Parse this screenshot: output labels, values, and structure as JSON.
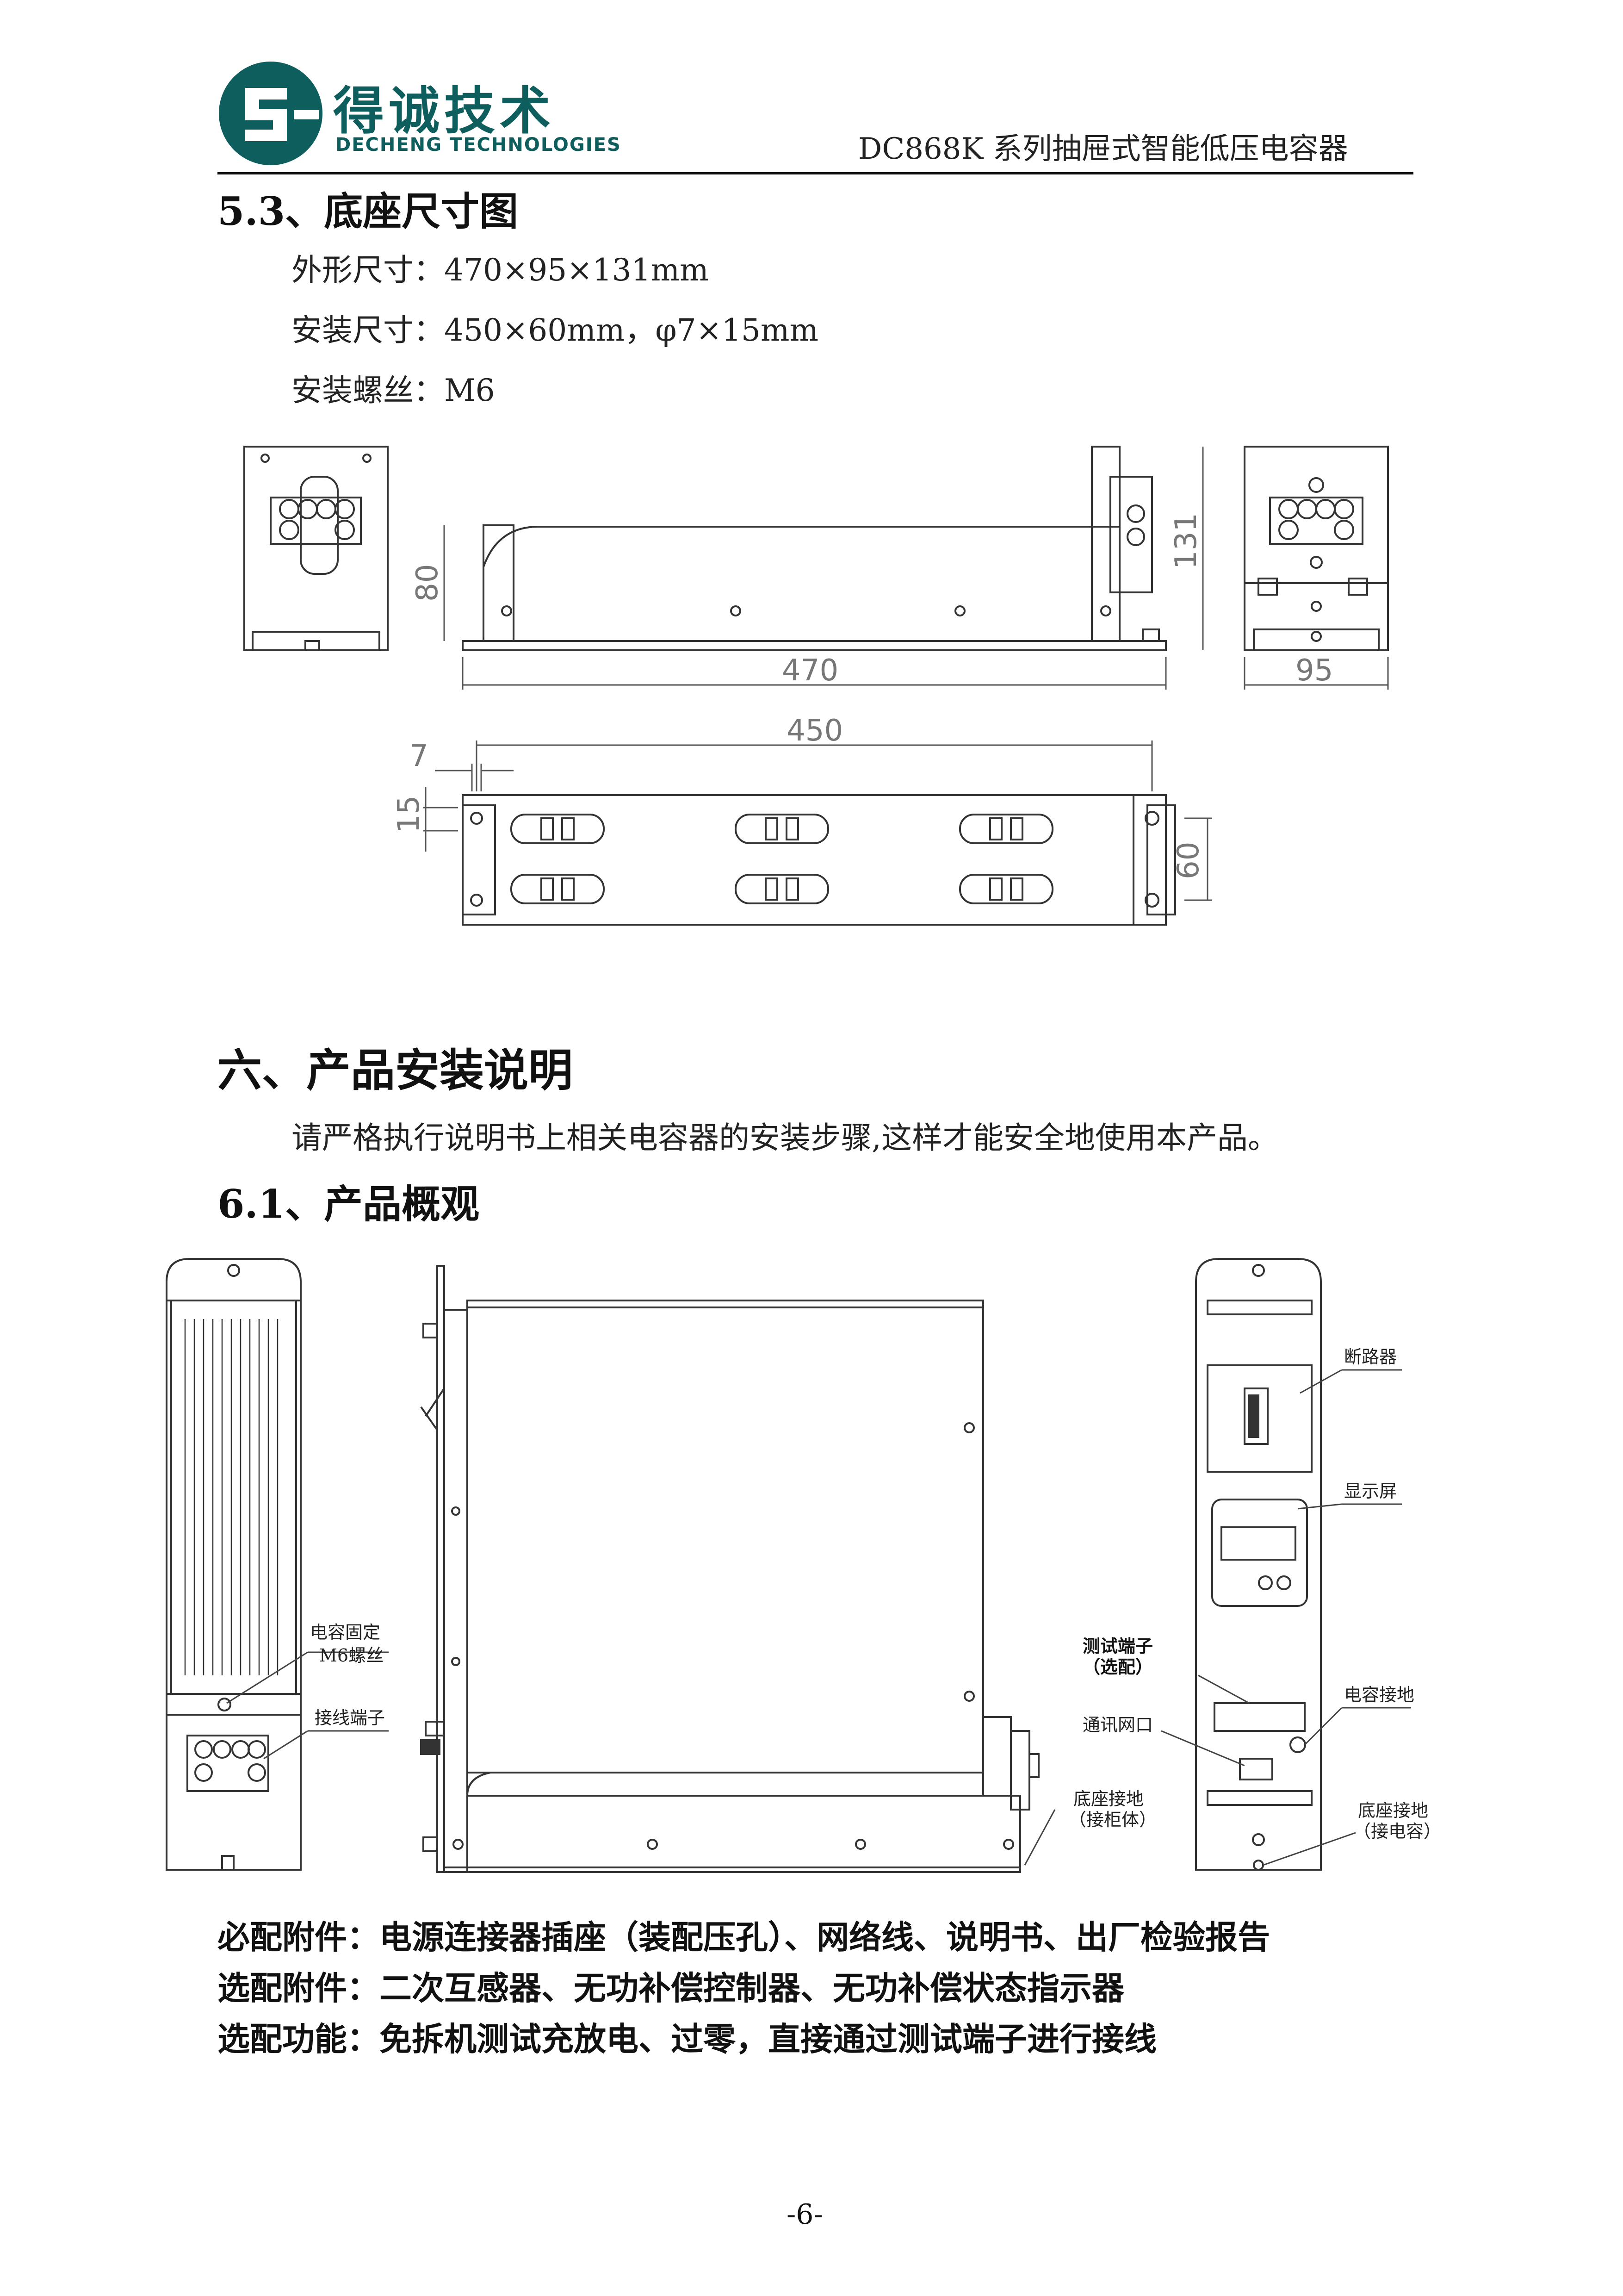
{
  "header": {
    "logo_cn": "得诚技术",
    "logo_en": "DECHENG TECHNOLOGIES",
    "doc_title": "DC868K 系列抽屉式智能低压电容器",
    "logo_colors": {
      "primary": "#0f5e5e"
    }
  },
  "section_5_3": {
    "heading": "5.3、底座尺寸图",
    "specs": [
      "外形尺寸：470×95×131mm",
      "安装尺寸：450×60mm，φ7×15mm",
      "安装螺丝：M6"
    ],
    "dimension_labels": {
      "d80": "80",
      "d470": "470",
      "d131": "131",
      "d95": "95",
      "d450": "450",
      "d7": "7",
      "d15": "15",
      "d60": "60"
    }
  },
  "section_6": {
    "heading": "六、产品安装说明",
    "intro": "请严格执行说明书上相关电容器的安装步骤,这样才能安全地使用本产品。"
  },
  "section_6_1": {
    "heading": "6.1、产品概观",
    "left_labels": {
      "fix_screw_1": "电容固定",
      "fix_screw_2": "M6螺丝",
      "terminal": "接线端子"
    },
    "right_labels": {
      "breaker": "断路器",
      "display": "显示屏",
      "test_terminal_1": "测试端子",
      "test_terminal_2": "（选配）",
      "cap_ground": "电容接地",
      "net_port": "通讯网口",
      "base_ground_cab_1": "底座接地",
      "base_ground_cab_2": "（接柜体）",
      "base_ground_cap_1": "底座接地",
      "base_ground_cap_2": "（接电容）"
    }
  },
  "accessories": {
    "required": "必配附件：电源连接器插座（装配压孔）、网络线、说明书、出厂检验报告",
    "optional": "选配附件：二次互感器、无功补偿控制器、无功补偿状态指示器",
    "optional_features": "选配功能：免拆机测试充放电、过零，直接通过测试端子进行接线"
  },
  "footer": {
    "page": "-6-"
  }
}
